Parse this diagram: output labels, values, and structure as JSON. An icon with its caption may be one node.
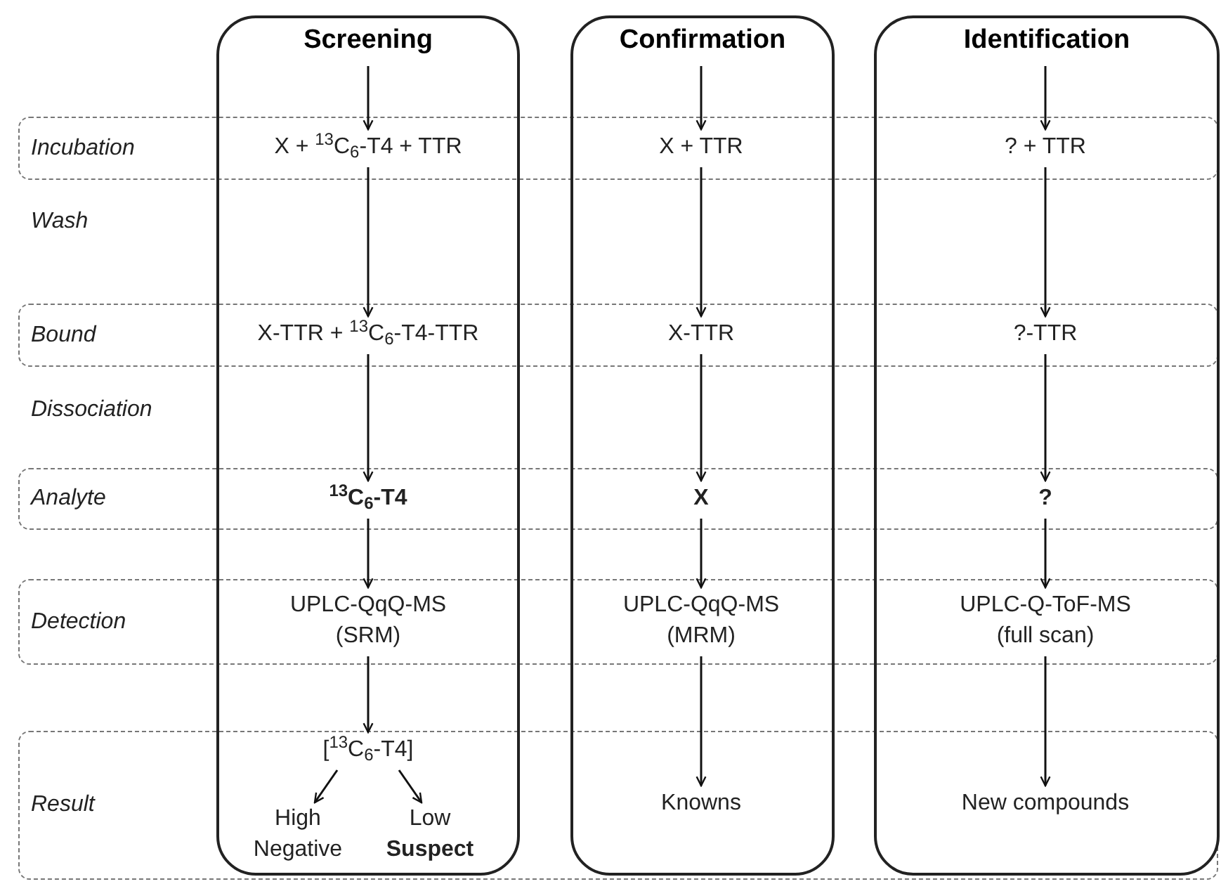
{
  "diagram": {
    "nodes": [
      {
        "text": [
          "Screening"
        ]
      },
      {
        "text": [
          "Confirmation"
        ]
      },
      {
        "text": [
          "Identification"
        ]
      },
      {
        "text": [
          "X + $^{13}$C$_{6}$-T4 + TTR"
        ],
        "in": 0
      },
      {
        "text": [
          "X-TTR + $^{13}$C$_{6}$-T4-TTR"
        ],
        "in": 0
      },
      {
        "text": [
          "$^{13}$C$_{6}$-T4"
        ],
        "in": 0
      },
      {
        "text": [
          "UPLC-QqQ-MS (SRM)"
        ],
        "in": 0
      },
      {
        "text": [
          "[$^{13}$C$_{6}$-T4]"
        ],
        "in": 0
      },
      {
        "text": [
          "High Negative"
        ],
        "in": 0
      },
      {
        "text": [
          "Low **Suspect**"
        ],
        "in": 0
      },
      {
        "text": [
          "X + TTR"
        ],
        "in": 1
      },
      {
        "text": [
          "X-TTR"
        ],
        "in": 1
      },
      {
        "text": [
          "X"
        ],
        "in": 1
      },
      {
        "text": [
          "UPLC-QqQ-MS (MRM)"
        ],
        "in": 1
      },
      {
        "text": [
          "Knowns"
        ],
        "in": 1
      },
      {
        "text": [
          "? + TTR"
        ],
        "in": 2
      },
      {
        "text": [
          "?-TTR"
        ],
        "in": 2
      },
      {
        "text": [
          "?"
        ],
        "in": 2
      },
      {
        "text": [
          "UPLC-Q-ToF-MS (full scan)"
        ],
        "in": 2
      },
      {
        "text": [
          "New compounds"
        ],
        "in": 2
      }
    ],
    "edges": [
      {
        "from": 0,
        "to": 3,
        "arrow": "to"
      },
      {
        "from": 3,
        "to": 4,
        "arrow": "to"
      },
      {
        "from": 4,
        "to": 5,
        "arrow": "to"
      },
      {
        "from": 5,
        "to": 6,
        "arrow": "to"
      },
      {
        "from": 6,
        "to": 7,
        "arrow": "to"
      },
      {
        "from": 7,
        "to": 8,
        "arrow": "to"
      },
      {
        "from": 7,
        "to": 9,
        "arrow": "to"
      },
      {
        "from": 1,
        "to": 10,
        "arrow": "to"
      },
      {
        "from": 10,
        "to": 11,
        "arrow": "to"
      },
      {
        "from": 11,
        "to": 12,
        "arrow": "to"
      },
      {
        "from": 12,
        "to": 13,
        "arrow": "to"
      },
      {
        "from": 13,
        "to": 14,
        "arrow": "to"
      },
      {
        "from": 2,
        "to": 15,
        "arrow": "to"
      },
      {
        "from": 15,
        "to": 16,
        "arrow": "to"
      },
      {
        "from": 16,
        "to": 17,
        "arrow": "to"
      },
      {
        "from": 17,
        "to": 18,
        "arrow": "to"
      },
      {
        "from": 18,
        "to": 19,
        "arrow": "to"
      }
    ],
    "labels": [
      "Incubation",
      "Wash",
      "Bound",
      "Dissociation",
      "Analyte",
      "Detection",
      "Result"
    ]
  }
}
